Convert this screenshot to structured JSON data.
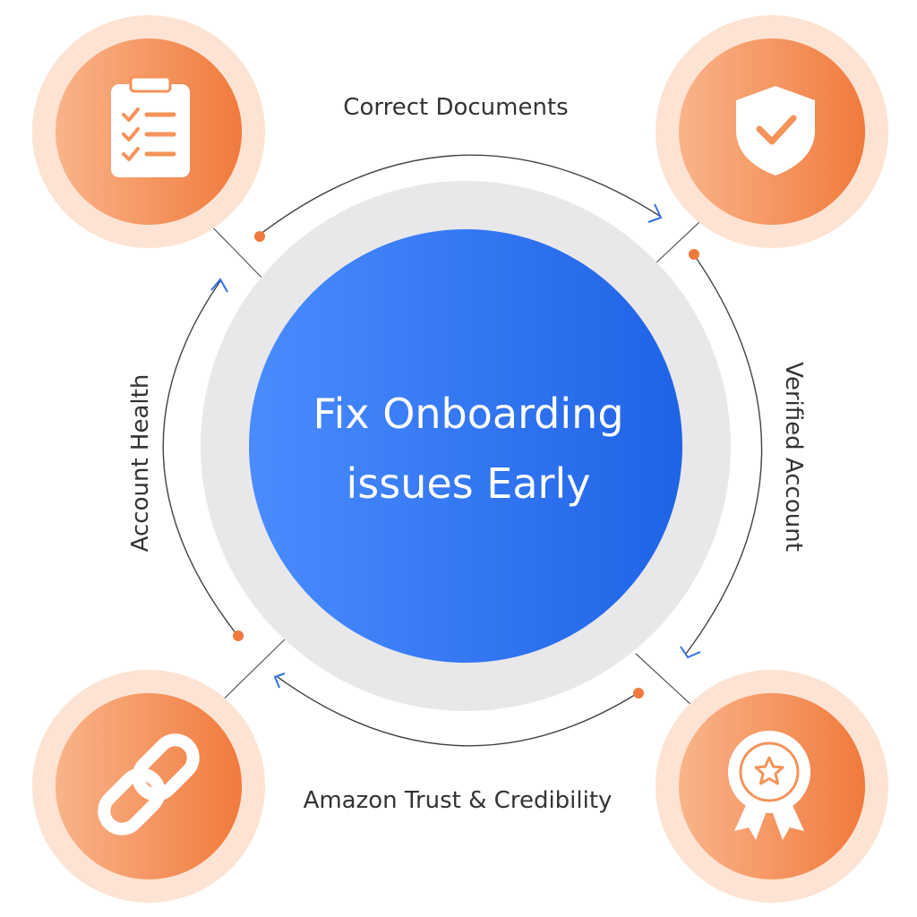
{
  "center": {
    "title_line1": "Fix Onboarding",
    "title_line2": "issues Early"
  },
  "steps": [
    {
      "label": "Correct Documents",
      "icon": "clipboard-checklist-icon"
    },
    {
      "label": "Verified Account",
      "icon": "shield-check-icon"
    },
    {
      "label": "Amazon Trust & Credibility",
      "icon": "award-badge-icon"
    },
    {
      "label": "Account Health",
      "icon": "chain-link-icon"
    }
  ],
  "colors": {
    "center_blue_start": "#4a8cff",
    "center_blue_end": "#1f63e6",
    "ring_gray": "#e8e8ea",
    "node_orange_start": "#f9b48a",
    "node_orange_end": "#f07a3d",
    "node_halo": "#fde3d3",
    "accent_dot": "#f07a3d",
    "arrow_blue": "#2f6fe8",
    "label_text": "#333333"
  }
}
